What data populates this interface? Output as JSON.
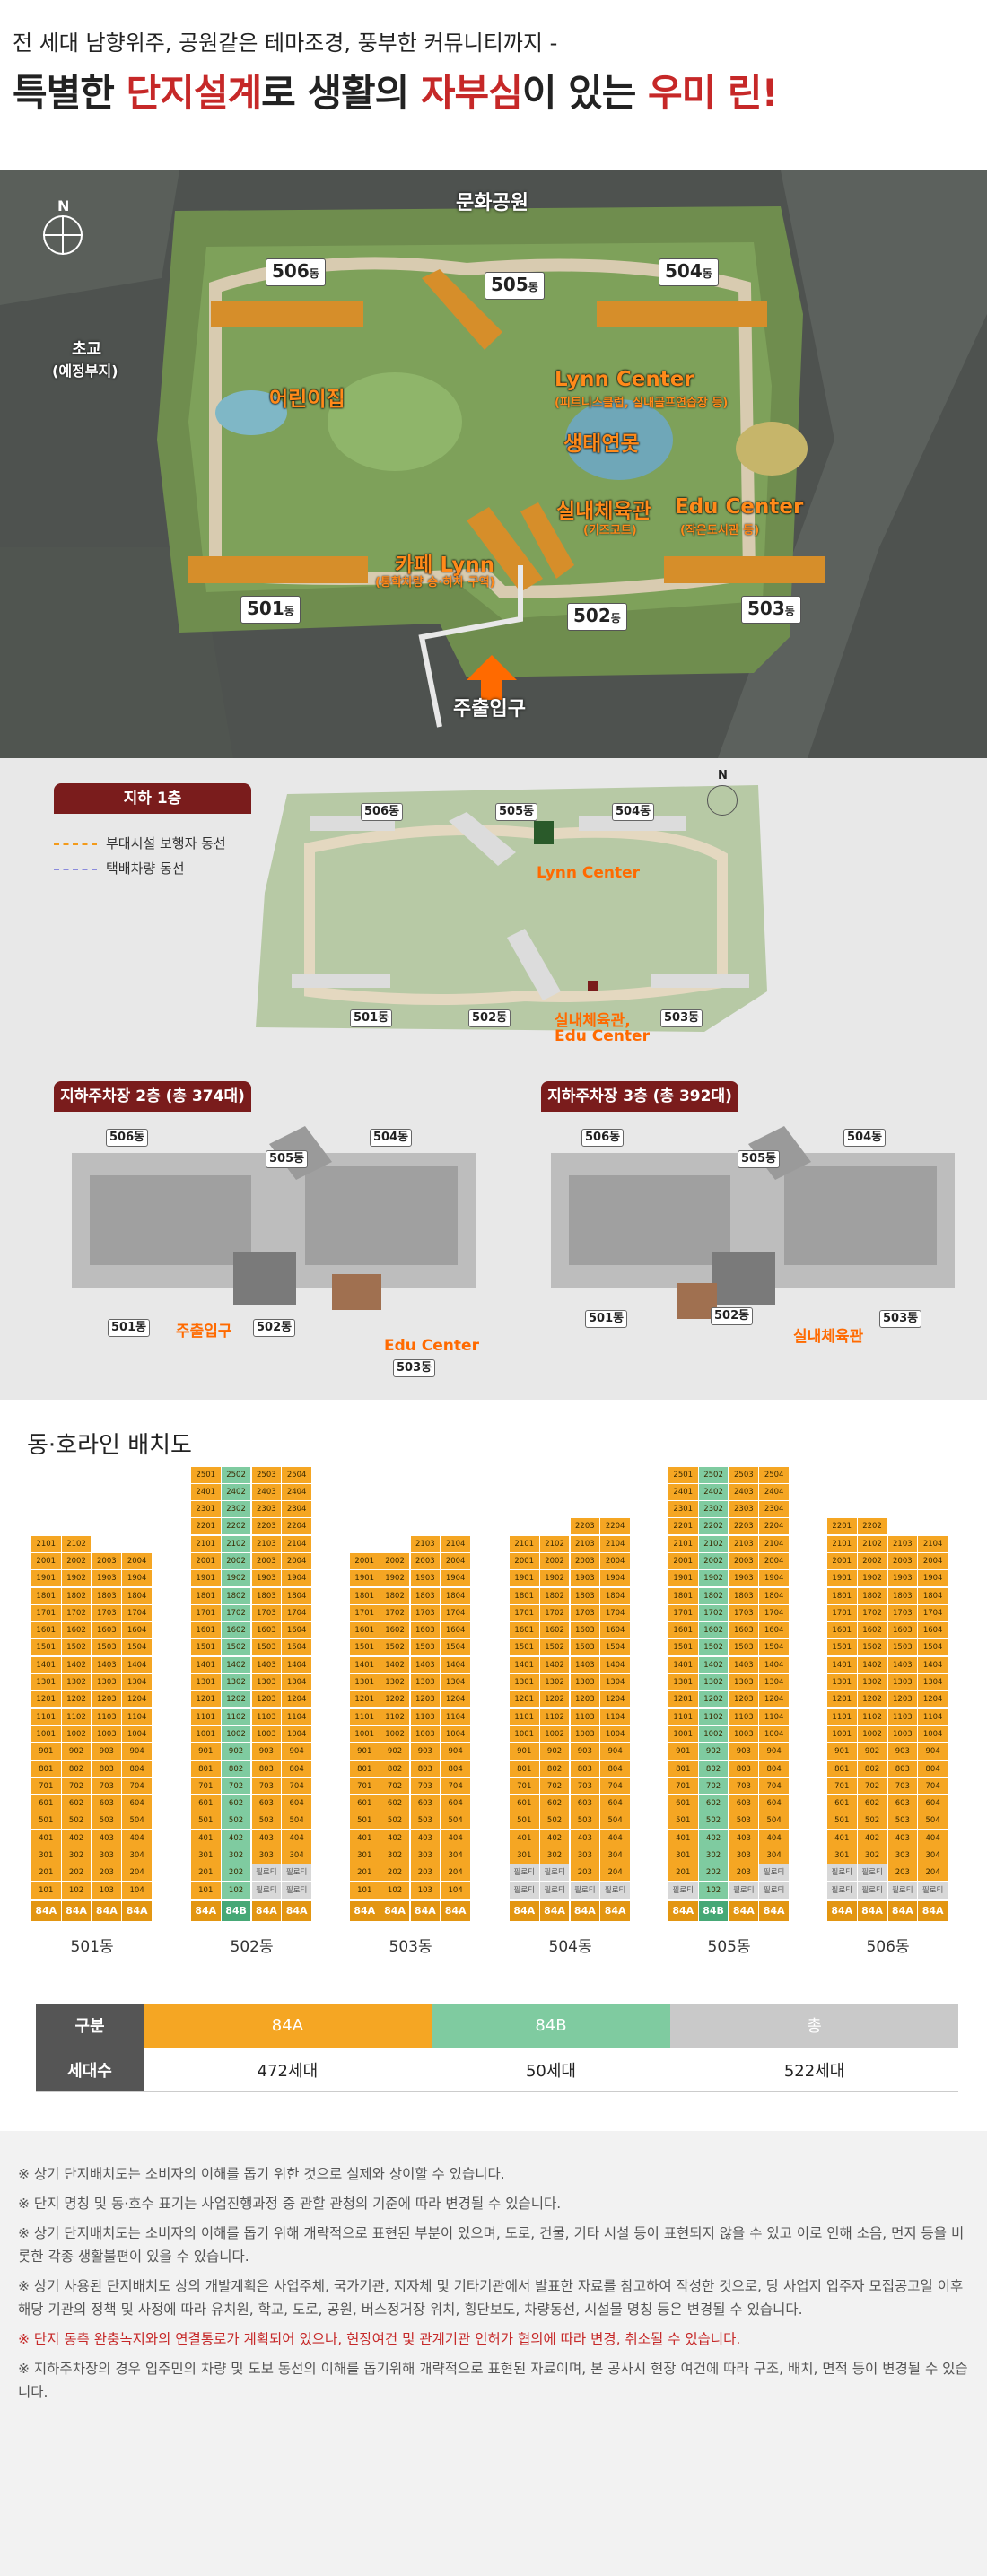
{
  "header": {
    "subtitle": "전 세대 남향위주, 공원같은 테마조경, 풍부한 커뮤니티까지 -",
    "title_parts": [
      "특별한 ",
      "단지설계",
      "로 생활의 ",
      "자부심",
      "이 있는 ",
      "우미 린",
      "!"
    ]
  },
  "site_plan": {
    "north": "N",
    "park": "문화공원",
    "school": "초교",
    "school_sub": "(예정부지)",
    "entrance": "주출입구",
    "buildings": [
      {
        "num": "506",
        "suffix": "동"
      },
      {
        "num": "505",
        "suffix": "동"
      },
      {
        "num": "504",
        "suffix": "동"
      },
      {
        "num": "501",
        "suffix": "동"
      },
      {
        "num": "502",
        "suffix": "동"
      },
      {
        "num": "503",
        "suffix": "동"
      }
    ],
    "facilities": {
      "kids": "어린이집",
      "lynn": "Lynn Center",
      "lynn_sub": "(피트니스클럽, 실내골프연습장 등)",
      "garden": "생태연못",
      "gym": "실내체육관",
      "gym_sub": "(키즈코트)",
      "edu": "Edu Center",
      "edu_sub": "(작은도서관 등)",
      "cafe": "카페 Lynn",
      "cafe_sub": "(통학차량 승·하차 구역)"
    }
  },
  "basement": {
    "b1_tag": "지하 1층",
    "legend_1": "부대시설 보행자 동선",
    "legend_2": "택배차량 동선",
    "b1_lynn": "Lynn Center",
    "b1_gym": "실내체육관,",
    "b1_edu": "Edu Center",
    "b2_tag": "지하주차장 2층 (총 374대)",
    "b3_tag": "지하주차장 3층 (총 392대)",
    "b2_entrance": "주출입구",
    "b2_edu": "Edu Center",
    "b3_gym": "실내체육관"
  },
  "units": {
    "title": "동·호라인 배치도",
    "note_cell": "필로티",
    "buildings": [
      {
        "name": "501동",
        "top": [
          21,
          21,
          20,
          20
        ],
        "pil": [
          0,
          0,
          0,
          0
        ],
        "types": [
          "84A",
          "84A",
          "84A",
          "84A"
        ]
      },
      {
        "name": "502동",
        "top": [
          25,
          25,
          25,
          25
        ],
        "pil": [
          0,
          0,
          2,
          2
        ],
        "types": [
          "84A",
          "84B",
          "84A",
          "84A"
        ]
      },
      {
        "name": "503동",
        "top": [
          20,
          20,
          21,
          21
        ],
        "pil": [
          0,
          0,
          0,
          0
        ],
        "types": [
          "84A",
          "84A",
          "84A",
          "84A"
        ]
      },
      {
        "name": "504동",
        "top": [
          21,
          21,
          22,
          22
        ],
        "pil": [
          2,
          2,
          1,
          1
        ],
        "types": [
          "84A",
          "84A",
          "84A",
          "84A"
        ]
      },
      {
        "name": "505동",
        "top": [
          25,
          25,
          25,
          25
        ],
        "pil": [
          1,
          0,
          1,
          2
        ],
        "types": [
          "84A",
          "84B",
          "84A",
          "84A"
        ]
      },
      {
        "name": "506동",
        "top": [
          22,
          22,
          21,
          21
        ],
        "pil": [
          2,
          2,
          1,
          1
        ],
        "types": [
          "84A",
          "84A",
          "84A",
          "84A"
        ]
      }
    ]
  },
  "summary": {
    "h1": "구분",
    "c1": "84A",
    "c2": "84B",
    "c3": "총",
    "h2": "세대수",
    "v1": "472세대",
    "v2": "50세대",
    "v3": "522세대"
  },
  "notes": [
    "※ 상기 단지배치도는 소비자의 이해를 돕기 위한 것으로 실제와 상이할 수 있습니다.",
    "※ 단지 명칭 및 동·호수 표기는 사업진행과정 중 관할 관청의 기준에 따라 변경될 수 있습니다.",
    "※ 상기 단지배치도는 소비자의 이해를 돕기 위해 개략적으로 표현된 부분이 있으며, 도로, 건물, 기타 시설 등이 표현되지 않을 수 있고 이로 인해 소음, 먼지 등을 비롯한 각종 생활불편이 있을 수 있습니다.",
    "※ 상기 사용된 단지배치도 상의 개발계획은 사업주체, 국가기관, 지자체 및 기타기관에서 발표한 자료를 참고하여 작성한 것으로, 당 사업지 입주자 모집공고일 이후 해당 기관의 정책 및 사정에 따라 유치원, 학교, 도로, 공원, 버스정거장 위치, 횡단보도, 차량동선, 시설물 명칭 등은 변경될 수 있습니다.",
    "※ 단지 동측 완충녹지와의 연결통로가 계획되어 있으나, 현장여건 및 관계기관 인허가 협의에 따라 변경, 취소될 수 있습니다.",
    "※ 지하주차장의 경우 입주민의 차량 및 도보 동선의 이해를 돕기위해 개략적으로 표현된 자료이며, 본 공사시 현장 여건에 따라 구조, 배치, 면적 등이 변경될 수 있습니다."
  ]
}
